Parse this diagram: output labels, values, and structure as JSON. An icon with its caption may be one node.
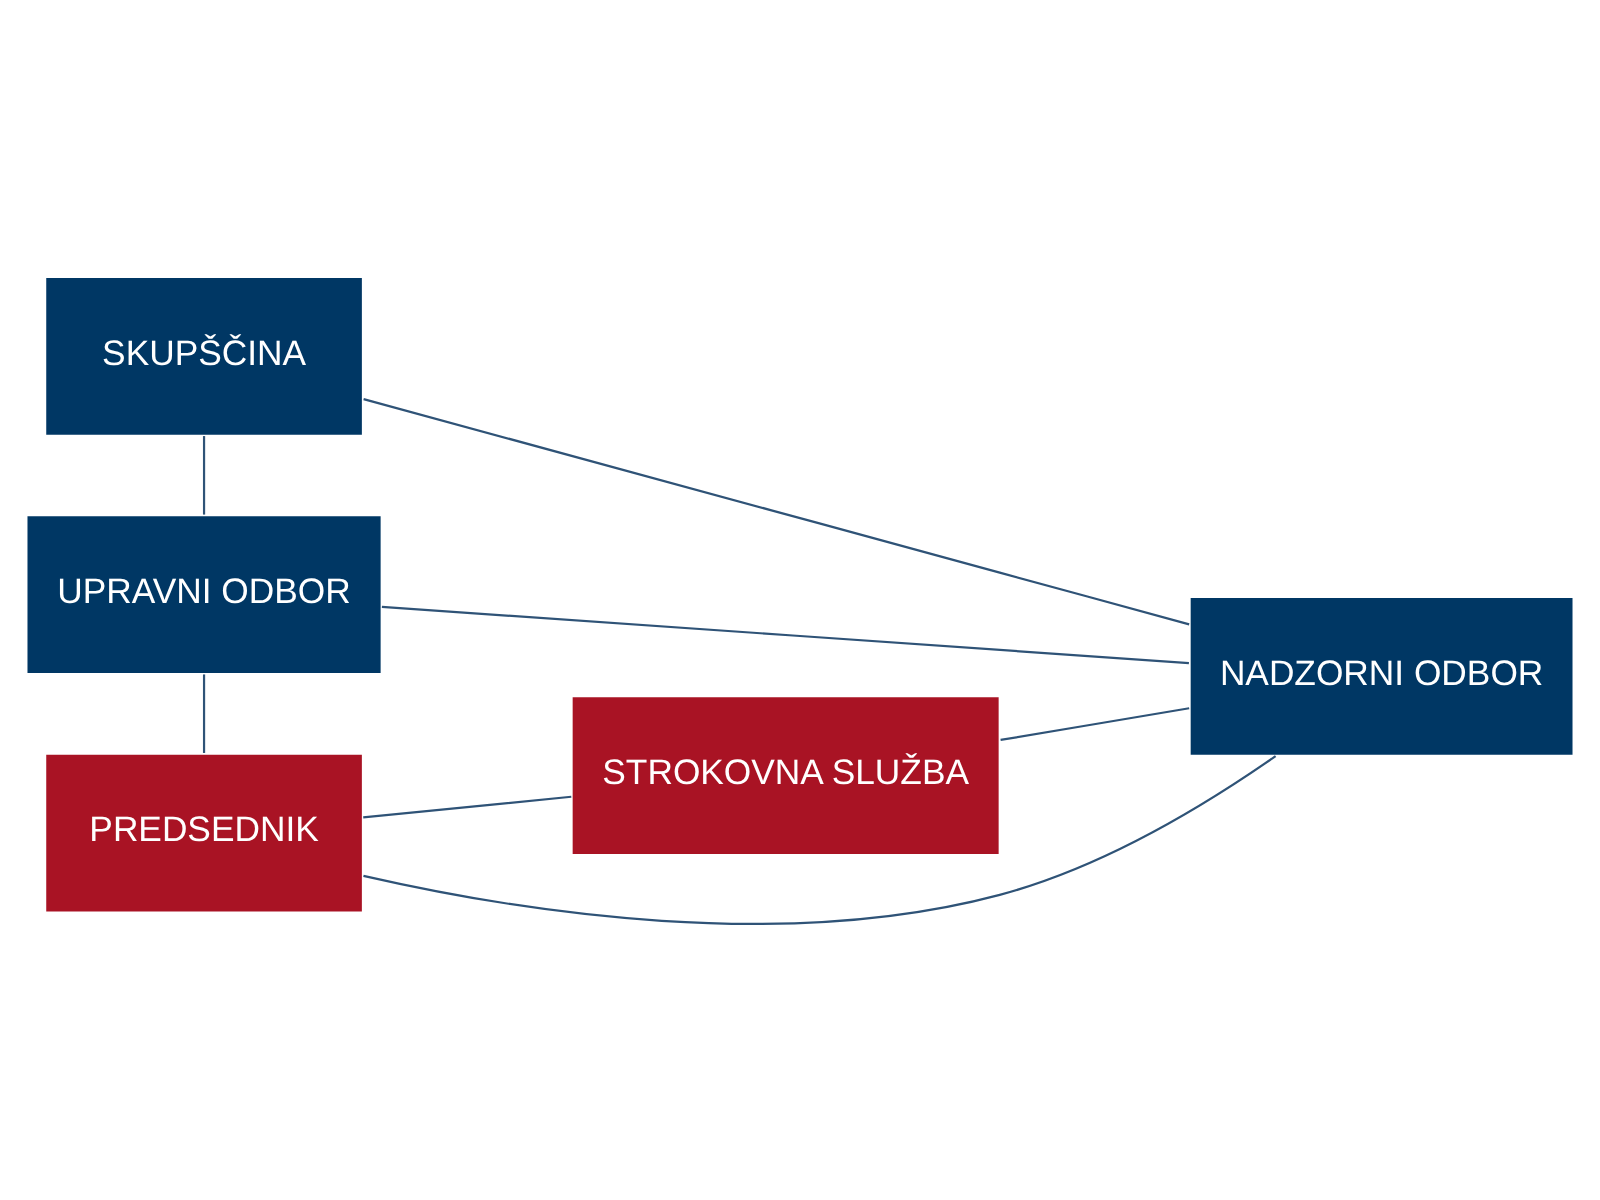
{
  "diagram": {
    "nodes": [
      {
        "text": [
          "SKUPŠČINA"
        ]
      },
      {
        "text": [
          "UPRAVNI ODBOR"
        ]
      },
      {
        "text": [
          "PREDSEDNIK"
        ]
      },
      {
        "text": [
          "STROKOVNA SLUŽBA"
        ]
      },
      {
        "text": [
          "NADZORNI ODBOR"
        ]
      }
    ],
    "edges": [
      {
        "from": 0,
        "to": 1,
        "arrow": "none"
      },
      {
        "from": 1,
        "to": 2,
        "arrow": "none"
      },
      {
        "from": 0,
        "to": 4,
        "arrow": "none"
      },
      {
        "from": 1,
        "to": 4,
        "arrow": "none"
      },
      {
        "from": 2,
        "to": 4,
        "arrow": "none"
      },
      {
        "from": 2,
        "to": 3,
        "arrow": "none"
      },
      {
        "from": 3,
        "to": 4,
        "arrow": "none"
      }
    ]
  }
}
